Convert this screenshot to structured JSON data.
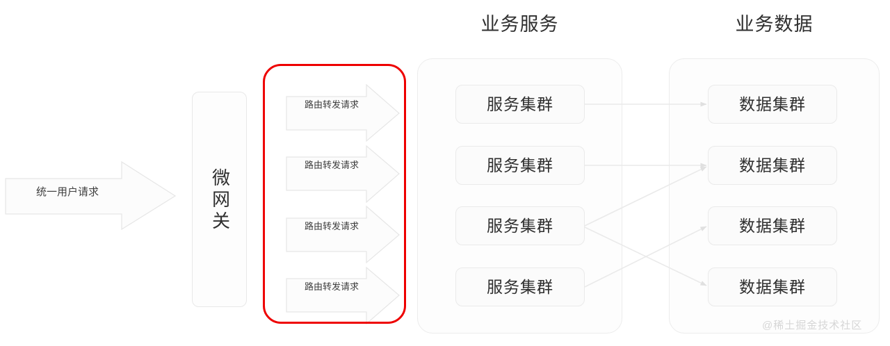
{
  "diagram": {
    "background_color": "#ffffff",
    "highlight_color": "#ee0000",
    "line_color": "#e6e6e6",
    "text_color": "#2f2f2f"
  },
  "entry": {
    "arrow_label": "统一用户请求"
  },
  "gateway": {
    "label": "微网关"
  },
  "highlight": {
    "note": ""
  },
  "route_arrows": [
    {
      "label": "路由转发请求"
    },
    {
      "label": "路由转发请求"
    },
    {
      "label": "路由转发请求"
    },
    {
      "label": "路由转发请求"
    }
  ],
  "service_group": {
    "header": "业务服务",
    "nodes": [
      {
        "label": "服务集群"
      },
      {
        "label": "服务集群"
      },
      {
        "label": "服务集群"
      },
      {
        "label": "服务集群"
      }
    ]
  },
  "data_group": {
    "header": "业务数据",
    "nodes": [
      {
        "label": "数据集群"
      },
      {
        "label": "数据集群"
      },
      {
        "label": "数据集群"
      },
      {
        "label": "数据集群"
      }
    ]
  },
  "connections": [
    {
      "from": "service-node-0",
      "to": "data-node-0",
      "style": "straight"
    },
    {
      "from": "service-node-1",
      "to": "data-node-1",
      "style": "straight"
    },
    {
      "from": "service-node-2",
      "to": "data-node-1",
      "style": "diagonal"
    },
    {
      "from": "service-node-2",
      "to": "data-node-3",
      "style": "diagonal"
    },
    {
      "from": "service-node-3",
      "to": "data-node-2",
      "style": "diagonal"
    }
  ],
  "watermark": {
    "text": "@稀土掘金技术社区"
  }
}
